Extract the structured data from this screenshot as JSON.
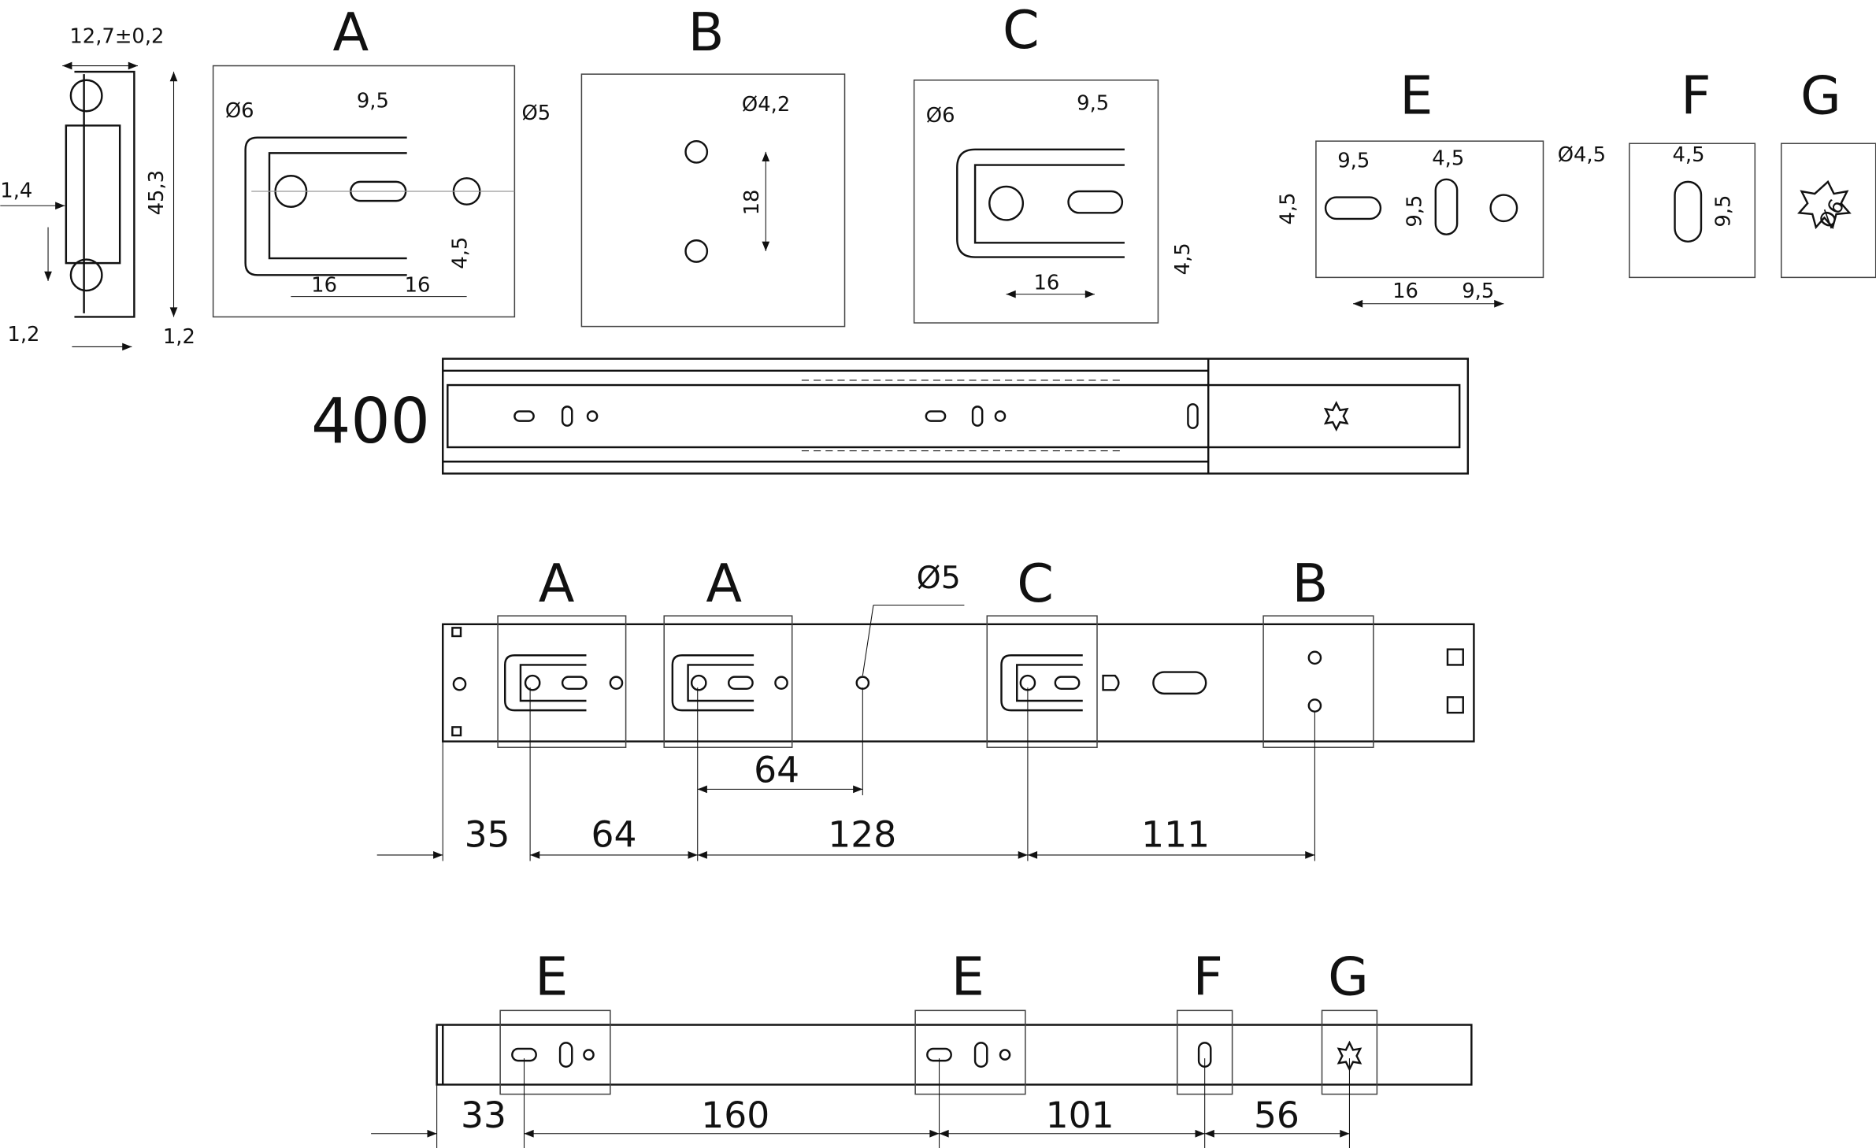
{
  "profile": {
    "width": "12,7±0,2",
    "height": "45,3",
    "side": "1,4",
    "gap": "1,2",
    "wall": "1,2"
  },
  "detail_a": {
    "title": "A",
    "hole_dia": "Ø6",
    "slot_len": "9,5",
    "small_hole": "Ø5",
    "slot_w": "4,5",
    "d1": "16",
    "d2": "16"
  },
  "detail_b": {
    "title": "B",
    "hole_dia": "Ø4,2",
    "spacing": "18"
  },
  "detail_c": {
    "title": "C",
    "hole_dia": "Ø6",
    "slot_len": "9,5",
    "slot_w": "4,5",
    "d1": "16"
  },
  "detail_e": {
    "title": "E",
    "slot_len": "9,5",
    "slot2_w": "4,5",
    "hole_dia": "Ø4,5",
    "slot_w": "4,5",
    "slot2_len": "9,5",
    "d1": "16",
    "d2": "9,5"
  },
  "detail_f": {
    "title": "F",
    "slot_w": "4,5",
    "slot_len": "9,5"
  },
  "detail_g": {
    "title": "G",
    "star_dia": "Ø6"
  },
  "slide": {
    "length": "400"
  },
  "cabinet_rail": {
    "labels": [
      "A",
      "A",
      "C",
      "B"
    ],
    "hole": "Ø5",
    "offset64": "64",
    "dims": [
      "35",
      "64",
      "128",
      "111"
    ]
  },
  "drawer_rail": {
    "labels": [
      "E",
      "E",
      "F",
      "G"
    ],
    "dims": [
      "33",
      "160",
      "101",
      "56"
    ]
  }
}
